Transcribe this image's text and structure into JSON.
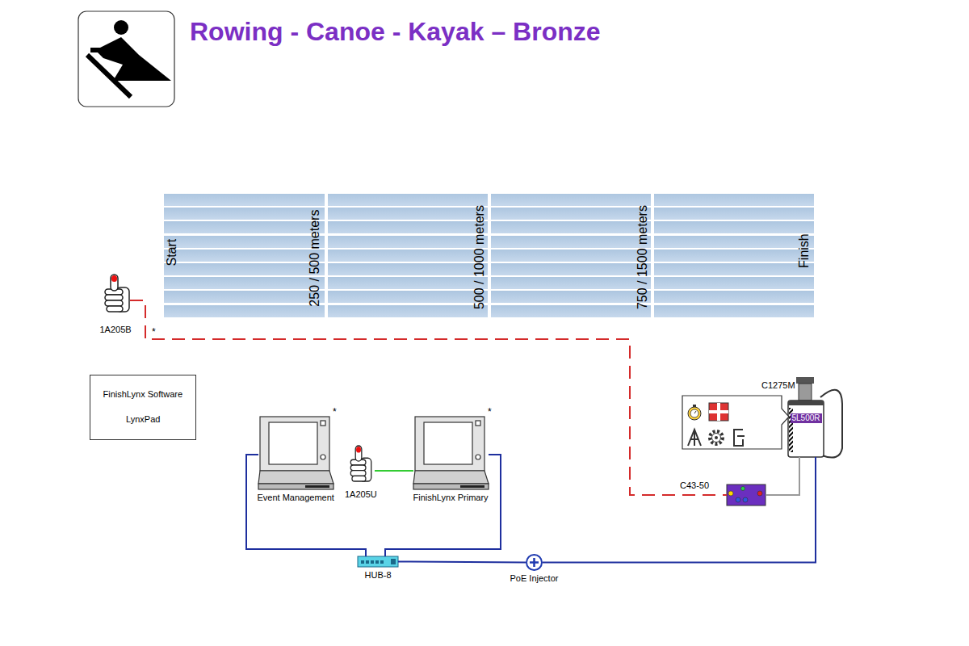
{
  "diagram": {
    "title": "Rowing - Canoe - Kayak – Bronze",
    "nodes": [
      {
        "text": [
          "Start",
          "250 / 500 meters",
          "500 / 1000 meters",
          "750 / 1500 meters",
          "Finish"
        ]
      },
      {
        "text": [
          "1A205B"
        ]
      },
      {
        "text": [
          "FinishLynx Software",
          "LynxPad"
        ]
      },
      {
        "text": [
          "C1275M",
          "5L500R"
        ]
      },
      {
        "text": [
          "Event Management"
        ]
      },
      {
        "text": [
          "1A205U"
        ]
      },
      {
        "text": [
          "FinishLynx Primary"
        ]
      },
      {
        "text": [
          "C43-50"
        ]
      },
      {
        "text": [
          "HUB-8"
        ]
      },
      {
        "text": [
          "PoE Injector"
        ]
      }
    ],
    "edges": [
      {
        "from": 1,
        "to": 7,
        "arrow": "none"
      },
      {
        "from": 7,
        "to": 3,
        "arrow": "none"
      },
      {
        "from": 5,
        "to": 6,
        "arrow": "none"
      },
      {
        "from": 4,
        "to": 8,
        "arrow": "none"
      },
      {
        "from": 6,
        "to": 8,
        "arrow": "none"
      },
      {
        "from": 8,
        "to": 9,
        "arrow": "none"
      },
      {
        "from": 9,
        "to": 3,
        "arrow": "none"
      }
    ],
    "labels": [
      "*",
      "*",
      "*"
    ]
  }
}
